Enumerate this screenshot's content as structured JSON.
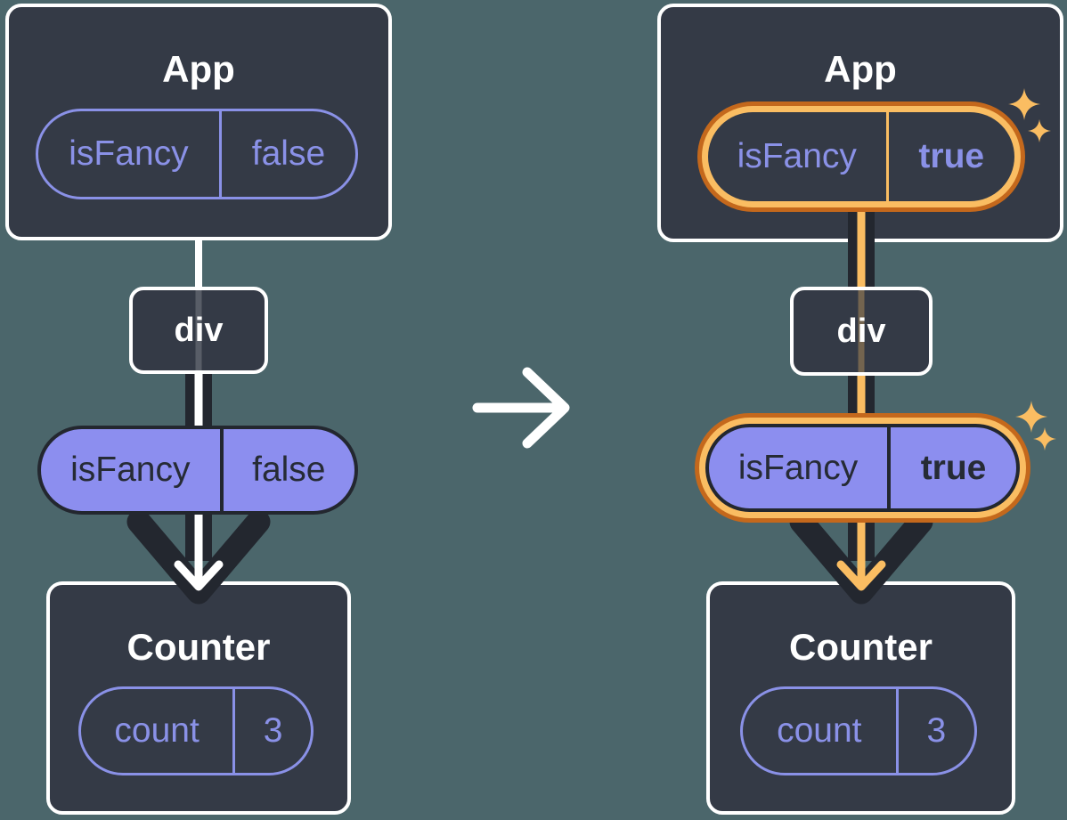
{
  "colors": {
    "background": "#4B666B",
    "box_bg": "#343A46",
    "box_border": "#FFFFFF",
    "dark_arrow": "#23272F",
    "purple": "#8A91E7",
    "purple_fill": "#8C8EEF",
    "dark_text": "#262B35",
    "orange_light": "#FABD62",
    "orange_dark": "#C4681C",
    "white": "#FFFFFF"
  },
  "icons": {
    "transition": "arrow-right-icon",
    "highlight": "sparkle-icon"
  },
  "left": {
    "app": {
      "title": "App",
      "prop": {
        "name": "isFancy",
        "value": "false"
      }
    },
    "div": {
      "label": "div"
    },
    "passed_prop": {
      "name": "isFancy",
      "value": "false"
    },
    "counter": {
      "title": "Counter",
      "state": {
        "name": "count",
        "value": "3"
      }
    }
  },
  "right": {
    "app": {
      "title": "App",
      "prop": {
        "name": "isFancy",
        "value": "true"
      }
    },
    "div": {
      "label": "div"
    },
    "passed_prop": {
      "name": "isFancy",
      "value": "true"
    },
    "counter": {
      "title": "Counter",
      "state": {
        "name": "count",
        "value": "3"
      }
    }
  }
}
